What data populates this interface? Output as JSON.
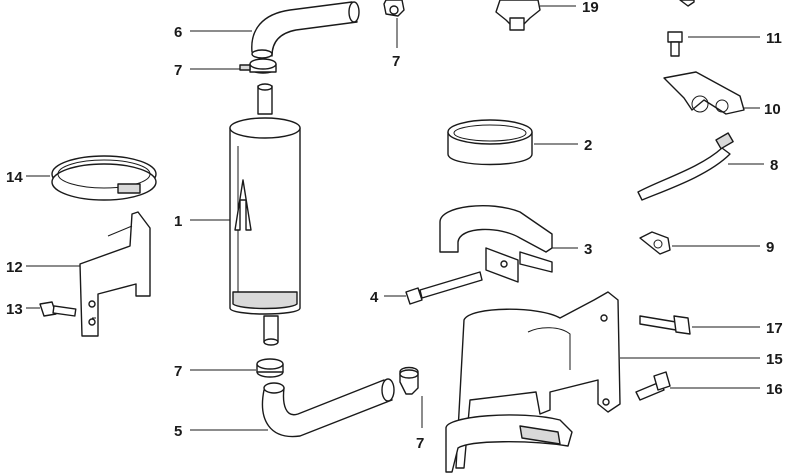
{
  "diagram": {
    "parts": [
      {
        "number": "1"
      },
      {
        "number": "2"
      },
      {
        "number": "3"
      },
      {
        "number": "4"
      },
      {
        "number": "5"
      },
      {
        "number": "6"
      },
      {
        "number": "7"
      },
      {
        "number": "8"
      },
      {
        "number": "9"
      },
      {
        "number": "10"
      },
      {
        "number": "11"
      },
      {
        "number": "12"
      },
      {
        "number": "13"
      },
      {
        "number": "14"
      },
      {
        "number": "15"
      },
      {
        "number": "16"
      },
      {
        "number": "17"
      },
      {
        "number": "19"
      }
    ],
    "callouts": {
      "c1": "1",
      "c2": "2",
      "c3": "3",
      "c4": "4",
      "c5": "5",
      "c6": "6",
      "c7a": "7",
      "c7b": "7",
      "c7c": "7",
      "c7d": "7",
      "c8": "8",
      "c9": "9",
      "c10": "10",
      "c11": "11",
      "c12": "12",
      "c13": "13",
      "c14": "14",
      "c15": "15",
      "c16": "16",
      "c17": "17",
      "c19": "19"
    }
  }
}
